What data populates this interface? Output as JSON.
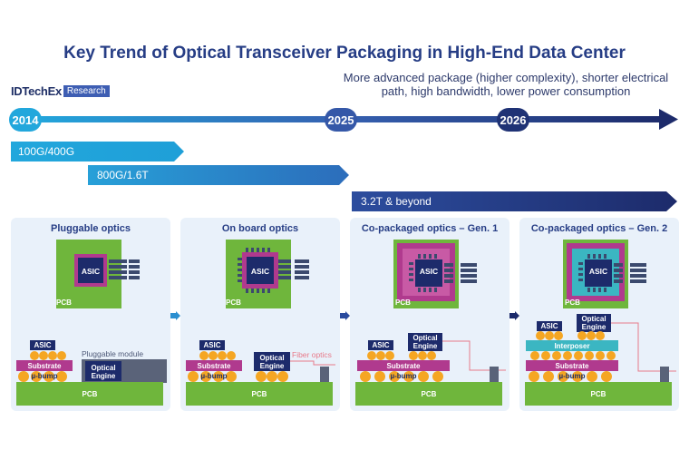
{
  "title": "Key Trend of Optical Transceiver Packaging in High-End Data Center",
  "logo": {
    "brand": "IDTechEx",
    "tag": "Research"
  },
  "subtitle": "More advanced package (higher complexity), shorter electrical path, high bandwidth, lower power consumption",
  "timeline": {
    "years": [
      "2014",
      "2025",
      "2026"
    ]
  },
  "generations": [
    "100G/400G",
    "800G/1.6T",
    "3.2T & beyond"
  ],
  "panels": [
    {
      "title": "Pluggable optics",
      "pcb": "PCB",
      "asic": "ASIC",
      "substrate": "Substrate",
      "ubump": "µ-bump",
      "module_label": "Pluggable module",
      "optical_engine": "Optical Engine",
      "board": "PCB"
    },
    {
      "title": "On board optics",
      "pcb": "PCB",
      "asic": "ASIC",
      "substrate": "Substrate",
      "ubump": "µ-bump",
      "fiber_label": "Fiber optics",
      "optical_engine": "Optical Engine",
      "board": "PCB"
    },
    {
      "title": "Co-packaged optics – Gen. 1",
      "pcb": "PCB",
      "asic": "ASIC",
      "substrate": "Substrate",
      "ubump": "µ-bump",
      "optical_engine": "Optical Engine",
      "board": "PCB"
    },
    {
      "title": "Co-packaged optics – Gen. 2",
      "pcb": "PCB",
      "asic": "ASIC",
      "substrate": "Substrate",
      "ubump": "µ-bump",
      "interposer": "Interposer",
      "optical_engine": "Optical Engine",
      "board": "PCB"
    }
  ],
  "colors": {
    "navy": "#1d2b6b",
    "blue": "#2b4b9e",
    "cyan": "#22a7dc",
    "green": "#6fb63c",
    "magenta": "#b03a8e",
    "orange": "#f5a623",
    "teal": "#3bb6c2",
    "grey": "#5a6379",
    "panel": "#e9f1fa"
  }
}
